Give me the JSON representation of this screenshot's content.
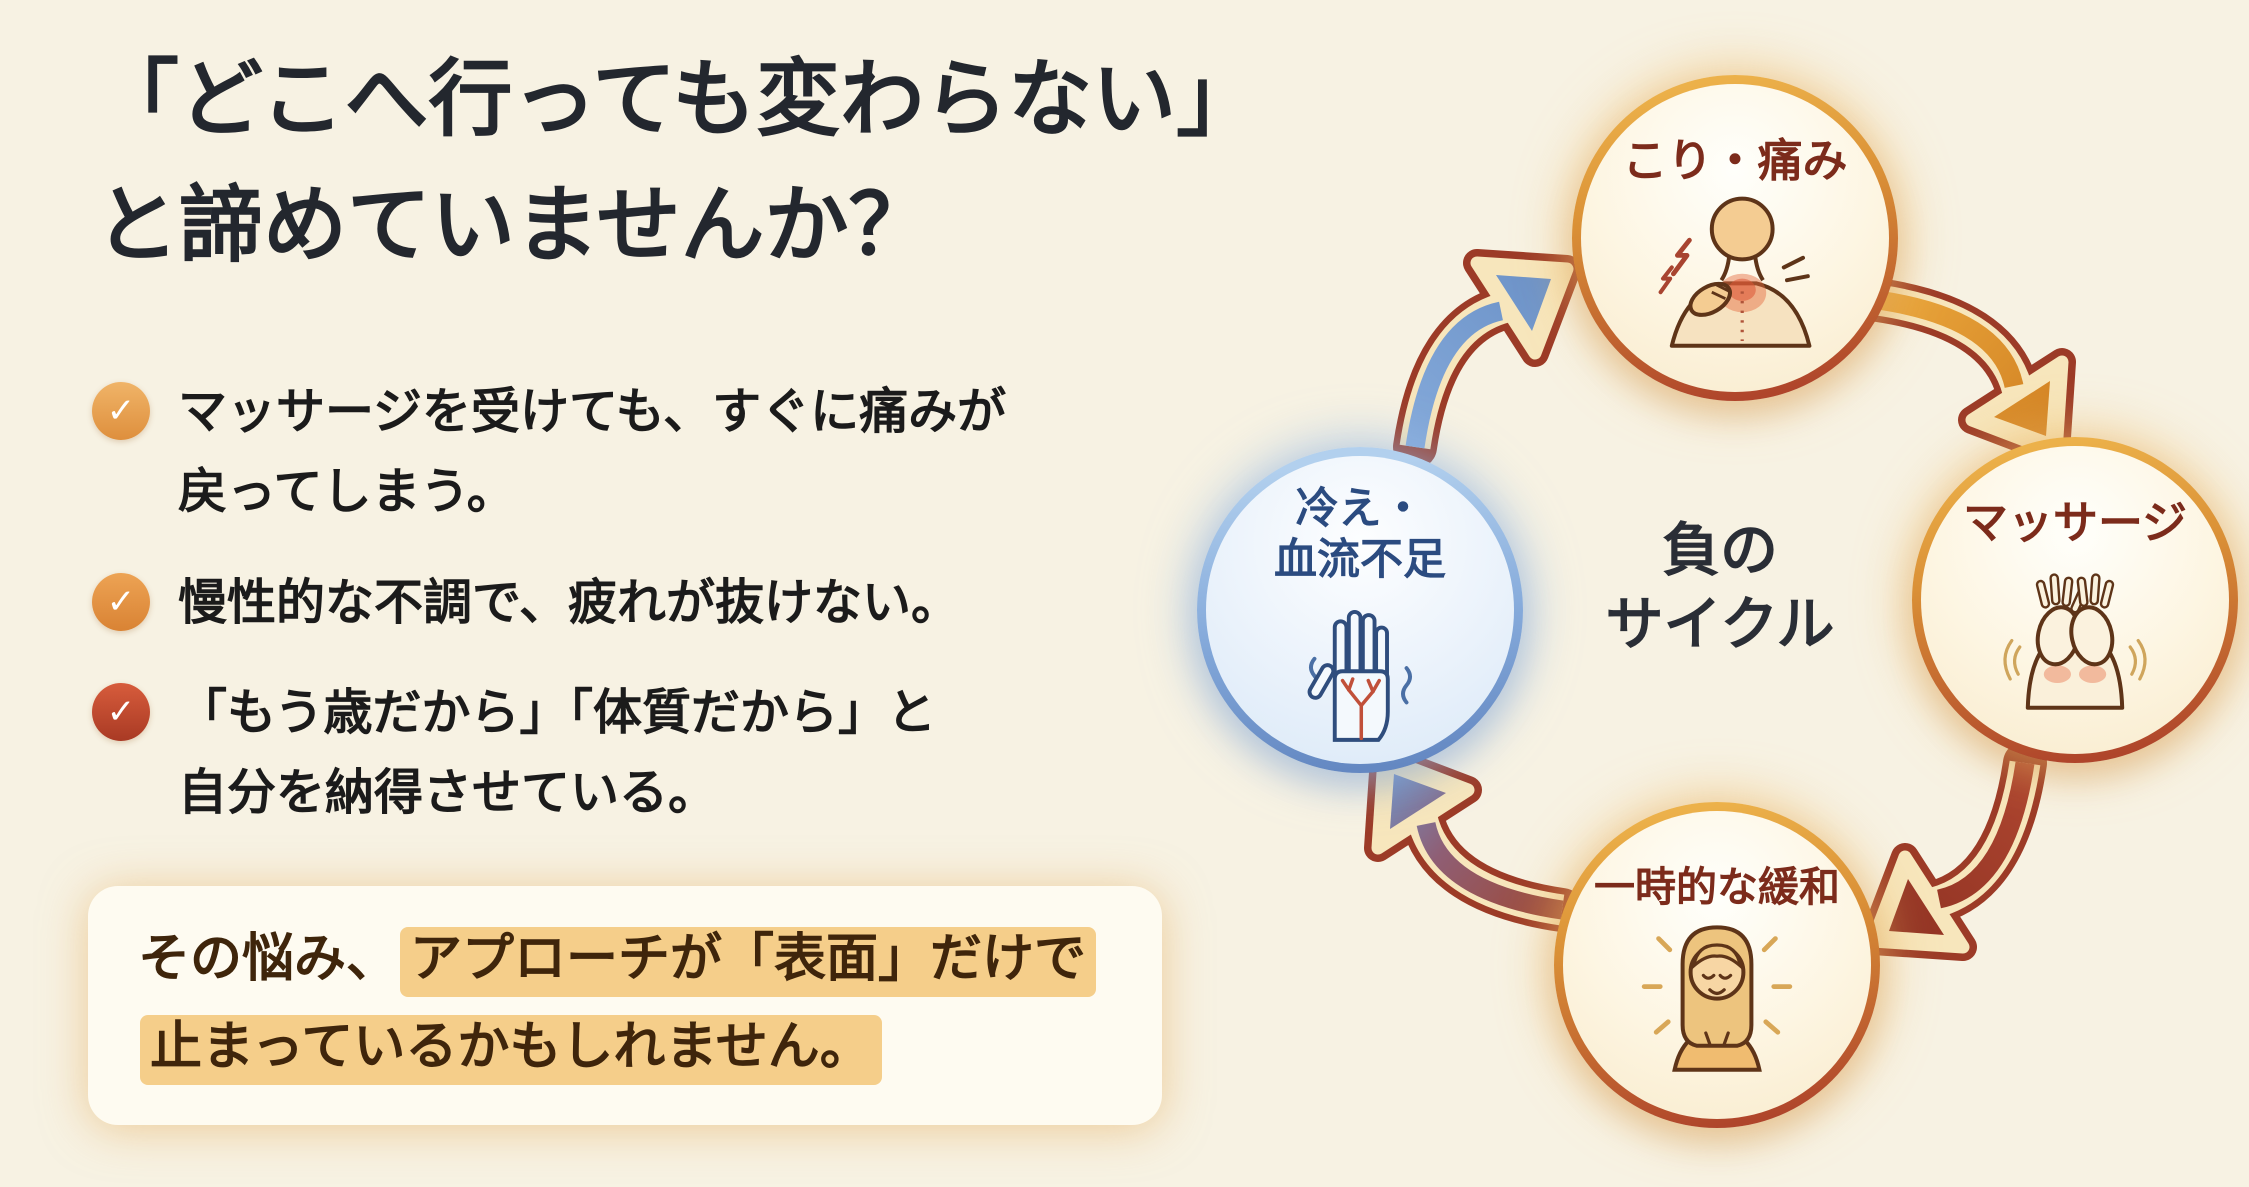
{
  "page": {
    "background_color": "#F7F2E3",
    "language": "ja"
  },
  "left_panel": {
    "headline": "「どこへ行っても変わらない」\nと諦めていませんか？",
    "bullets": [
      {
        "icon": "check-circle-icon",
        "icon_color": "#E59A4E",
        "text": "マッサージを受けても、すぐに痛みが\n戻ってしまう。"
      },
      {
        "icon": "check-circle-icon",
        "icon_color": "#DD8B44",
        "text": "慢性的な不調で、疲れが抜けない。"
      },
      {
        "icon": "check-circle-icon",
        "icon_color": "#C2492F",
        "text": "「もう歳だから」「体質だから」と\n自分を納得させている。"
      }
    ],
    "callout": {
      "prefix": "その悩み、",
      "highlight_line1": "アプローチが「表面」だけで",
      "highlight_line2": "止まっているかもしれません。",
      "highlight_color": "#F5CE8A",
      "text_color": "#3F250B",
      "box_color": "#FEFBF1"
    }
  },
  "cycle": {
    "center_label": "負の\nサイクル",
    "direction": "clockwise",
    "nodes": [
      {
        "id": "pain",
        "position": "top",
        "label": "こり・痛み",
        "icon": "neck-pain-icon",
        "label_color": "#7C2B1B",
        "ring": "gold-to-red"
      },
      {
        "id": "massage",
        "position": "right",
        "label": "マッサージ",
        "icon": "massage-hands-icon",
        "label_color": "#7C2B1B",
        "ring": "gold-to-red"
      },
      {
        "id": "relief",
        "position": "bottom",
        "label": "一時的な緩和",
        "icon": "relaxed-woman-icon",
        "label_color": "#7C2B1B",
        "ring": "gold-to-red"
      },
      {
        "id": "cold",
        "position": "left",
        "label": "冷え・\n血流不足",
        "icon": "cold-hand-icon",
        "label_color": "#2B4B80",
        "ring": "blue"
      }
    ],
    "arrows": [
      {
        "from": "pain",
        "to": "massage",
        "fill": [
          "#EAA73C",
          "#D07F21"
        ],
        "outline": "#9C3B27",
        "inline": "#F7E6BC"
      },
      {
        "from": "massage",
        "to": "relief",
        "fill": [
          "#AE4630",
          "#8E3122"
        ],
        "outline": "#9C3B27",
        "inline": "#F7E6BC"
      },
      {
        "from": "relief",
        "to": "cold",
        "fill": [
          "#9E4936",
          "#6E97CC"
        ],
        "outline": "#9C3B27",
        "inline": "#F7E6BC"
      },
      {
        "from": "cold",
        "to": "pain",
        "fill": [
          "#85AADA",
          "#6A90C6"
        ],
        "outline": "#9C3B27",
        "inline": "#F7E6BC"
      }
    ]
  },
  "icons": {
    "check": "✓"
  }
}
